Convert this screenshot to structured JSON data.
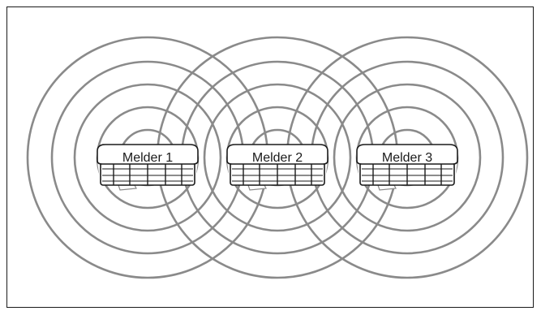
{
  "detectors": [
    {
      "label": "Melder 1"
    },
    {
      "label": "Melder 2"
    },
    {
      "label": "Melder 3"
    }
  ],
  "ring_count": 5,
  "colors": {
    "rings": "#8a8a8a",
    "detector_outline": "#1a1a1a",
    "frame_border": "#1a1a1a",
    "background": "#ffffff"
  }
}
